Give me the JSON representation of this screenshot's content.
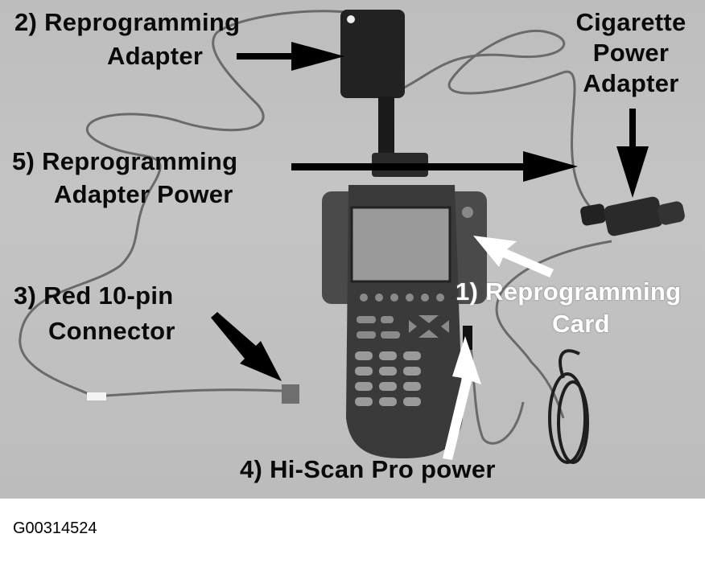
{
  "figure": {
    "labels": {
      "reprogramming_adapter": {
        "line1": "2) Reprogramming",
        "line2": "Adapter"
      },
      "cigarette_power_adapter": {
        "line1": "Cigarette",
        "line2": "Power",
        "line3": "Adapter"
      },
      "reprogramming_adapter_power": {
        "line1": "5) Reprogramming",
        "line2": "Adapter Power"
      },
      "red_connector": {
        "line1": "3) Red 10-pin",
        "line2": "Connector"
      },
      "reprogramming_card": {
        "line1": "1) Reprogramming",
        "line2": "Card"
      },
      "hi_scan_pro_power": {
        "line1": "4) Hi-Scan Pro power"
      }
    },
    "colors": {
      "background": "#c0c0c0",
      "label_text": "#0a0a0a",
      "label_text_inverse": "#ffffff",
      "device_body": "#3a3a3a"
    }
  },
  "caption": {
    "id": "G00314524"
  }
}
